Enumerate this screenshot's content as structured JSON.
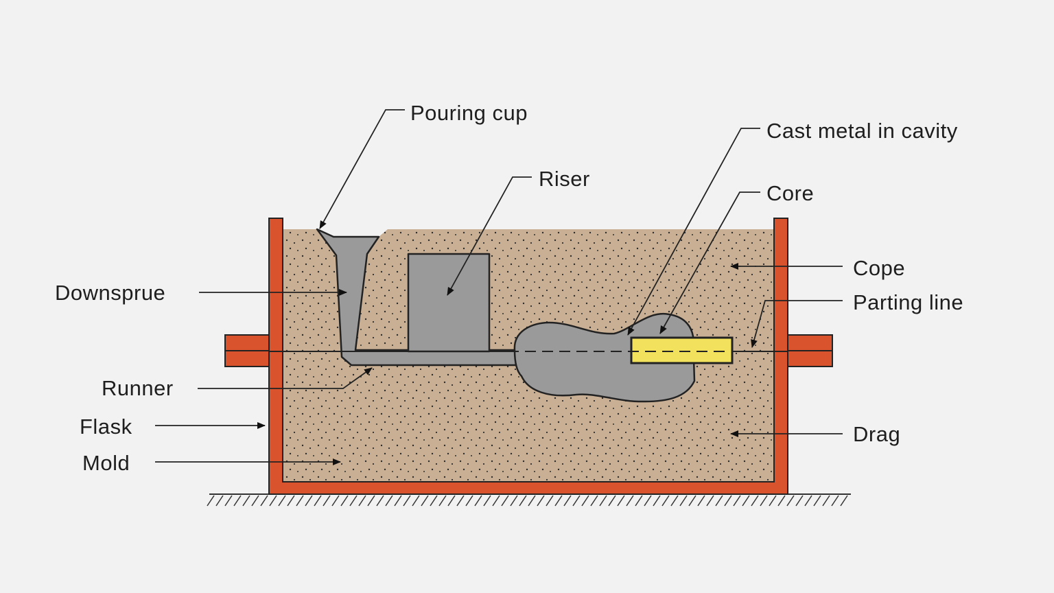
{
  "labels": {
    "pouring_cup": "Pouring cup",
    "riser": "Riser",
    "cast_metal": "Cast metal in cavity",
    "core": "Core",
    "cope": "Cope",
    "parting_line": "Parting line",
    "downsprue": "Downsprue",
    "runner": "Runner",
    "flask": "Flask",
    "mold": "Mold",
    "drag": "Drag"
  },
  "colors": {
    "background": "#f2f2f2",
    "sand": "#c9b095",
    "metal": "#9a9a9a",
    "flask": "#d9532c",
    "core": "#f2e15c"
  }
}
